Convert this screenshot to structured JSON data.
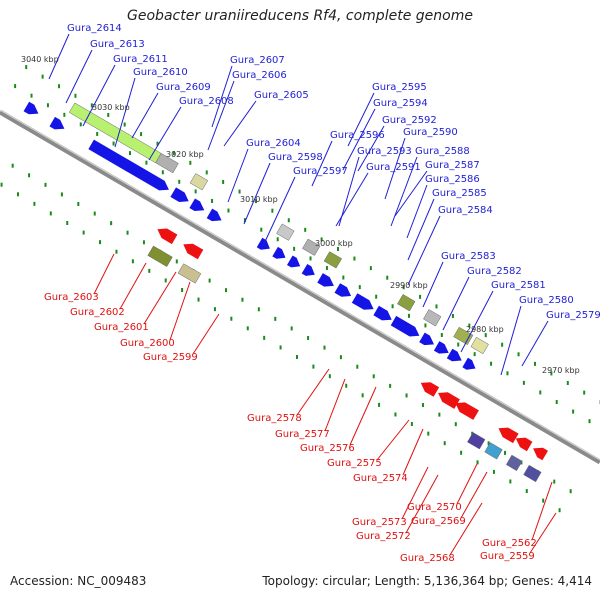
{
  "title": "Geobacter uraniireducens Rf4, complete genome",
  "footer": {
    "accession": "Accession: NC_009483",
    "summary": "Topology: circular; Length: 5,136,364 bp; Genes: 4,414"
  },
  "colors": {
    "forward_label": "#1f1fd6",
    "reverse_label": "#e01010",
    "forward_gene": "#1414e6",
    "reverse_gene": "#ee1111",
    "backbone": "#8a8a8a",
    "tick": "#1a8a1a"
  },
  "scale_labels": [
    "3040 kbp",
    "3030 kbp",
    "3020 kbp",
    "3010 kbp",
    "3000 kbp",
    "2990 kbp",
    "2980 kbp",
    "2970 kbp"
  ],
  "forward_genes": [
    "Gura_2614",
    "Gura_2613",
    "Gura_2611",
    "Gura_2610",
    "Gura_2609",
    "Gura_2608",
    "Gura_2607",
    "Gura_2606",
    "Gura_2605",
    "Gura_2604",
    "Gura_2598",
    "Gura_2597",
    "Gura_2596",
    "Gura_2595",
    "Gura_2594",
    "Gura_2593",
    "Gura_2592",
    "Gura_2591",
    "Gura_2590",
    "Gura_2588",
    "Gura_2587",
    "Gura_2586",
    "Gura_2585",
    "Gura_2584",
    "Gura_2583",
    "Gura_2582",
    "Gura_2581",
    "Gura_2580",
    "Gura_2579"
  ],
  "reverse_genes": [
    "Gura_2603",
    "Gura_2602",
    "Gura_2601",
    "Gura_2600",
    "Gura_2599",
    "Gura_2578",
    "Gura_2577",
    "Gura_2576",
    "Gura_2575",
    "Gura_2574",
    "Gura_2573",
    "Gura_2572",
    "Gura_2570",
    "Gura_2569",
    "Gura_2568",
    "Gura_2562",
    "Gura_2559"
  ]
}
